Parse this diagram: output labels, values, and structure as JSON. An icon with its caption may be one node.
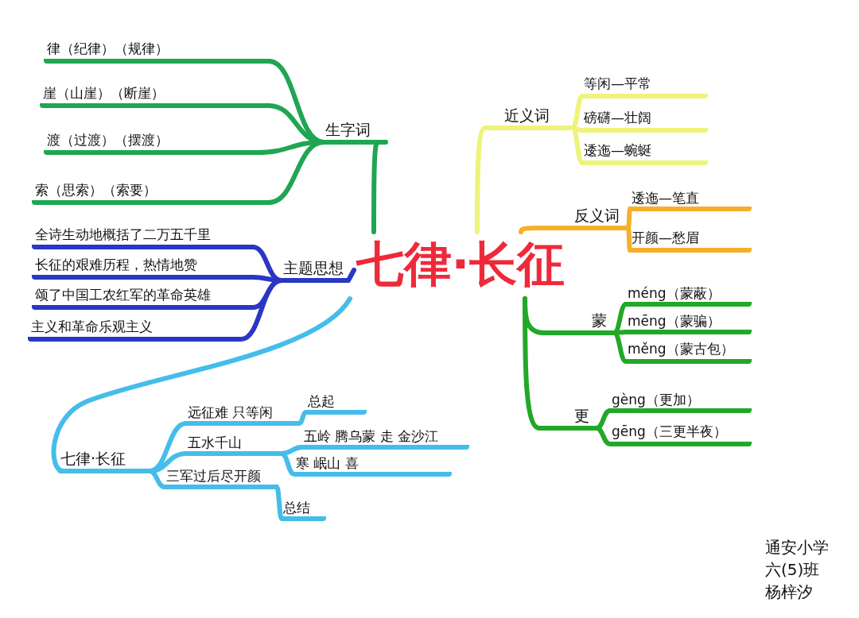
{
  "diagram": {
    "nodes": [
      {
        "text": [
          "七律·长征"
        ]
      },
      {
        "text": [
          "生字词"
        ]
      },
      {
        "text": [
          "律（纪律）（规律）"
        ]
      },
      {
        "text": [
          "崖（山崖）（断崖）"
        ]
      },
      {
        "text": [
          "渡（过渡）（摆渡）"
        ]
      },
      {
        "text": [
          "索（思索）（索要）"
        ]
      },
      {
        "text": [
          "主题思想"
        ]
      },
      {
        "text": [
          "全诗生动地概括了二万五千里"
        ]
      },
      {
        "text": [
          "长征的艰难历程，热情地赞"
        ]
      },
      {
        "text": [
          "颂了中国工农红军的革命英雄"
        ]
      },
      {
        "text": [
          "主义和革命乐观主义"
        ]
      },
      {
        "text": [
          "近义词"
        ]
      },
      {
        "text": [
          "等闲—平常"
        ]
      },
      {
        "text": [
          "磅礴—壮阔"
        ]
      },
      {
        "text": [
          "逶迤—蜿蜒"
        ]
      },
      {
        "text": [
          "反义词"
        ]
      },
      {
        "text": [
          "逶迤—笔直"
        ]
      },
      {
        "text": [
          "开颜—愁眉"
        ]
      },
      {
        "text": [
          "蒙"
        ]
      },
      {
        "text": [
          "méng（蒙蔽）"
        ]
      },
      {
        "text": [
          "mēng（蒙骗）"
        ]
      },
      {
        "text": [
          "měng（蒙古包）"
        ]
      },
      {
        "text": [
          "更"
        ]
      },
      {
        "text": [
          "gèng（更加）"
        ]
      },
      {
        "text": [
          "gēng（三更半夜）"
        ]
      },
      {
        "text": [
          "七律·长征"
        ]
      },
      {
        "text": [
          "远征难 只等闲"
        ]
      },
      {
        "text": [
          "五水千山"
        ]
      },
      {
        "text": [
          "三军过后尽开颜"
        ]
      },
      {
        "text": [
          "总起"
        ]
      },
      {
        "text": [
          "五岭 腾乌蒙 走 金沙江"
        ]
      },
      {
        "text": [
          "寒 岷山 喜"
        ]
      },
      {
        "text": [
          "总结"
        ]
      }
    ],
    "edges": [
      {
        "from": 0,
        "to": 1,
        "arrow": "none",
        "color": "#1fa653"
      },
      {
        "from": 1,
        "to": 2,
        "arrow": "none",
        "color": "#1fa653"
      },
      {
        "from": 1,
        "to": 3,
        "arrow": "none",
        "color": "#1fa653"
      },
      {
        "from": 1,
        "to": 4,
        "arrow": "none",
        "color": "#1fa653"
      },
      {
        "from": 1,
        "to": 5,
        "arrow": "none",
        "color": "#1fa653"
      },
      {
        "from": 0,
        "to": 6,
        "arrow": "none",
        "color": "#2a36c4"
      },
      {
        "from": 6,
        "to": 7,
        "arrow": "none",
        "color": "#2a36c4"
      },
      {
        "from": 6,
        "to": 8,
        "arrow": "none",
        "color": "#2a36c4"
      },
      {
        "from": 6,
        "to": 9,
        "arrow": "none",
        "color": "#2a36c4"
      },
      {
        "from": 6,
        "to": 10,
        "arrow": "none",
        "color": "#2a36c4"
      },
      {
        "from": 0,
        "to": 11,
        "arrow": "none",
        "color": "#eef37a"
      },
      {
        "from": 11,
        "to": 12,
        "arrow": "none",
        "color": "#eef37a"
      },
      {
        "from": 11,
        "to": 13,
        "arrow": "none",
        "color": "#eef37a"
      },
      {
        "from": 11,
        "to": 14,
        "arrow": "none",
        "color": "#eef37a"
      },
      {
        "from": 0,
        "to": 15,
        "arrow": "none",
        "color": "#f5b02a"
      },
      {
        "from": 15,
        "to": 16,
        "arrow": "none",
        "color": "#f5b02a"
      },
      {
        "from": 15,
        "to": 17,
        "arrow": "none",
        "color": "#f5b02a"
      },
      {
        "from": 0,
        "to": 18,
        "arrow": "none",
        "color": "#21a827"
      },
      {
        "from": 18,
        "to": 19,
        "arrow": "none",
        "color": "#21a827"
      },
      {
        "from": 18,
        "to": 20,
        "arrow": "none",
        "color": "#21a827"
      },
      {
        "from": 18,
        "to": 21,
        "arrow": "none",
        "color": "#21a827"
      },
      {
        "from": 0,
        "to": 22,
        "arrow": "none",
        "color": "#21a827"
      },
      {
        "from": 22,
        "to": 23,
        "arrow": "none",
        "color": "#21a827"
      },
      {
        "from": 22,
        "to": 24,
        "arrow": "none",
        "color": "#21a827"
      },
      {
        "from": 0,
        "to": 25,
        "arrow": "none",
        "color": "#45bdea"
      },
      {
        "from": 25,
        "to": 26,
        "arrow": "none",
        "color": "#45bdea"
      },
      {
        "from": 25,
        "to": 27,
        "arrow": "none",
        "color": "#45bdea"
      },
      {
        "from": 25,
        "to": 28,
        "arrow": "none",
        "color": "#45bdea"
      },
      {
        "from": 26,
        "to": 29,
        "arrow": "none",
        "color": "#45bdea"
      },
      {
        "from": 27,
        "to": 30,
        "arrow": "none",
        "color": "#45bdea"
      },
      {
        "from": 27,
        "to": 31,
        "arrow": "none",
        "color": "#45bdea"
      },
      {
        "from": 28,
        "to": 32,
        "arrow": "none",
        "color": "#45bdea"
      }
    ],
    "labels": [
      "通安小学",
      "六(5)班",
      "杨梓汐"
    ]
  }
}
